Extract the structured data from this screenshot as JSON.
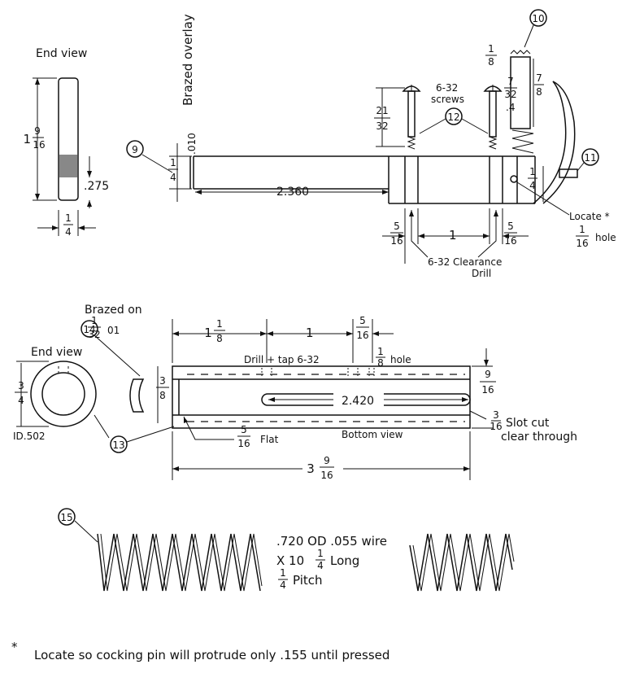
{
  "top": {
    "end_view_label": "End view",
    "brazed_overlay_label": "Brazed overlay",
    "overlay_thickness": ".010",
    "height_whole": "1",
    "height_num": "9",
    "height_den": "16",
    "width_num": "1",
    "width_den": "4",
    "dim_275": ".275",
    "callout_9": "9",
    "bar_height_num": "1",
    "bar_height_den": "4",
    "bar_length": "2.360",
    "screw_label": "6-32",
    "screw_label2": "screws",
    "callout_12": "12",
    "screw_len_num": "21",
    "screw_len_den": "32",
    "callout_10": "10",
    "dim_eighth_num": "1",
    "dim_eighth_den": "8",
    "dim_7_32_num": "7",
    "dim_7_32_den": "32",
    "dim_4": ".4",
    "dim_7_8_num": "7",
    "dim_7_8_den": "8",
    "callout_11": "11",
    "dim_quarter_num": "1",
    "dim_quarter_den": "4",
    "locate_label": "Locate *",
    "hole_num": "1",
    "hole_den": "16",
    "hole_label": "hole",
    "left_5_16_num": "5",
    "left_5_16_den": "16",
    "center_1": "1",
    "right_5_16_num": "5",
    "right_5_16_den": "16",
    "clearance_label": "6-32 Clearance",
    "drill_label": "Drill"
  },
  "middle": {
    "brazed_on_label": "Brazed on",
    "brazed_num": "1",
    "brazed_den": "32",
    "brazed_suffix": "01",
    "callout_14": "14",
    "end_view_label": "End view",
    "dia_num": "3",
    "dia_den": "4",
    "id_label": "ID.502",
    "callout_13": "13",
    "flat_num": "3",
    "flat_den": "8",
    "dim_1_1_8_whole": "1",
    "dim_1_1_8_num": "1",
    "dim_1_1_8_den": "8",
    "dim_1": "1",
    "dim_5_16_num": "5",
    "dim_5_16_den": "16",
    "drill_tap_label": "Drill + tap 6-32",
    "hole_num": "1",
    "hole_den": "8",
    "hole_label": "hole",
    "dim_9_16_num": "9",
    "dim_9_16_den": "16",
    "slot_length": "2.420",
    "slot_num": "3",
    "slot_den": "16",
    "slot_label1": "Slot cut",
    "slot_label2": "clear through",
    "flat_label_num": "5",
    "flat_label_den": "16",
    "flat_label": "Flat",
    "bottom_view_label": "Bottom view",
    "overall_whole": "3",
    "overall_num": "9",
    "overall_den": "16"
  },
  "spring": {
    "callout_15": "15",
    "spec_line1": ".720 OD .055 wire",
    "spec_line2_pre": "X 10",
    "spec_line2_num": "1",
    "spec_line2_den": "4",
    "spec_line2_post": "Long",
    "spec_line3_num": "1",
    "spec_line3_den": "4",
    "spec_line3_post": "Pitch"
  },
  "footnote": {
    "star": "*",
    "text": "Locate so cocking pin will protrude only .155 until pressed"
  }
}
